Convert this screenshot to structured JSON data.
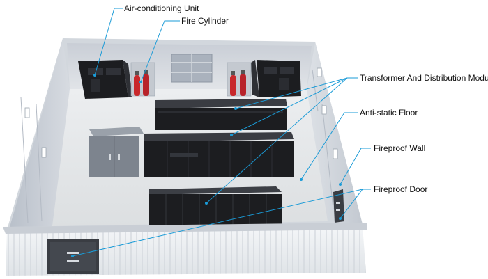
{
  "labels": {
    "air_conditioning_unit": "Air-conditioning Unit",
    "fire_cylinder": "Fire Cylinder",
    "transformer_module": "Transformer And Distribution Module",
    "anti_static_floor": "Anti-static Floor",
    "fireproof_wall": "Fireproof Wall",
    "fireproof_door": "Fireproof Door"
  },
  "colors": {
    "leader_line": "#1a9bd7",
    "equipment": "#1c1d20",
    "fire_cylinder": "#c8282b",
    "floor": "#e4e6e7",
    "wall": "#dfe3e8"
  }
}
